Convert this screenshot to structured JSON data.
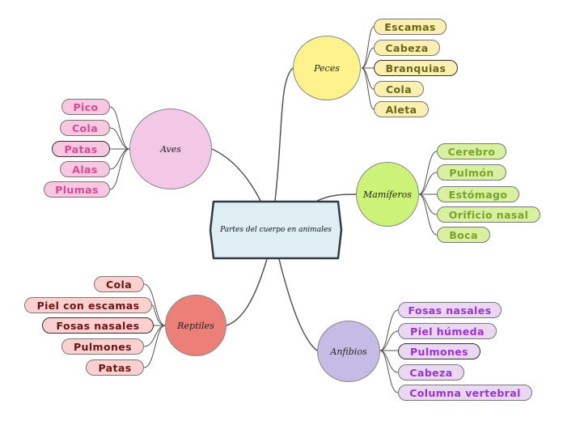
{
  "central": {
    "label": "Partes del cuerpo en animales",
    "fill": "#deeef3"
  },
  "branches": [
    {
      "name": "peces",
      "label": "Peces",
      "fill": "#fdf28c",
      "pill_fill": "#fbf0b2",
      "text_color": "#6b6719",
      "items": [
        "Escamas",
        "Cabeza",
        "Branquias",
        "Cola",
        "Aleta"
      ]
    },
    {
      "name": "aves",
      "label": "Aves",
      "fill": "#f3c8e7",
      "pill_fill": "#f8c8e0",
      "text_color": "#d34b97",
      "items": [
        "Pico",
        "Cola",
        "Patas",
        "Alas",
        "Plumas"
      ]
    },
    {
      "name": "mamiferos",
      "label": "Mamíferos",
      "fill": "#cdf278",
      "pill_fill": "#d8f0a0",
      "text_color": "#78a428",
      "items": [
        "Cerebro",
        "Pulmón",
        "Estómago",
        "Orificio nasal",
        "Boca"
      ]
    },
    {
      "name": "reptiles",
      "label": "Reptiles",
      "fill": "#ec8078",
      "pill_fill": "#fbd0cf",
      "text_color": "#6a1515",
      "items": [
        "Cola",
        "Piel con escamas",
        "Fosas nasales",
        "Pulmones",
        "Patas"
      ]
    },
    {
      "name": "anfibios",
      "label": "Anfibios",
      "fill": "#c4bce4",
      "pill_fill": "#ead8f3",
      "text_color": "#9a32d4",
      "items": [
        "Fosas nasales",
        "Piel húmeda",
        "Pulmones",
        "Cabeza",
        "Columna vertebral"
      ]
    }
  ]
}
